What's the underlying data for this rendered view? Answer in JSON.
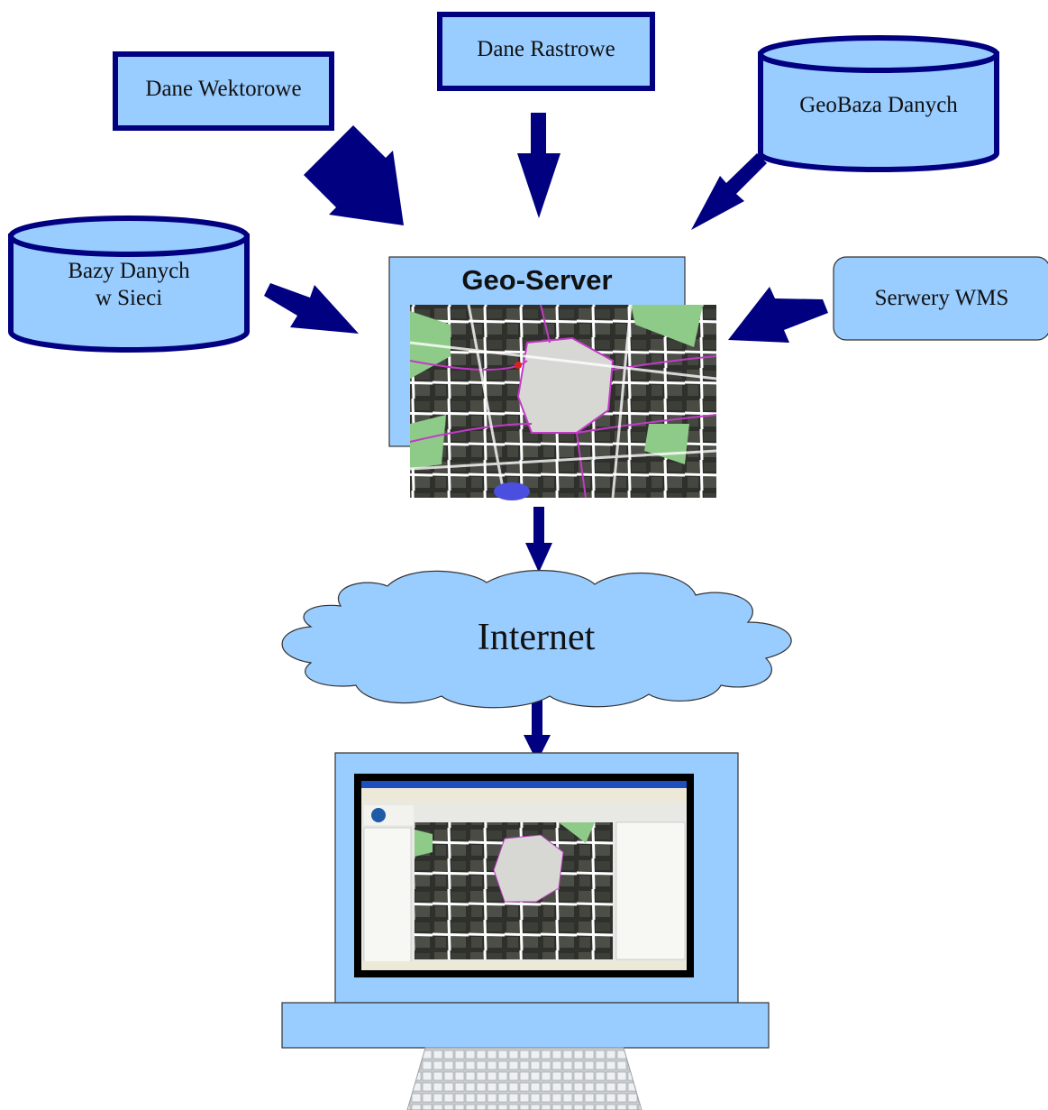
{
  "sources": {
    "vector_data": "Dane Wektorowe",
    "raster_data": "Dane Rastrowe",
    "geodatabase": "GeoBaza Danych",
    "network_db_line1": "Bazy Danych",
    "network_db_line2": "w Sieci",
    "wms_servers": "Serwery WMS"
  },
  "server": {
    "title": "Geo-Server"
  },
  "network": {
    "label": "Internet"
  },
  "colors": {
    "box_fill": "#99ccff",
    "box_border": "#000080",
    "arrow": "#000080",
    "map_green": "#8ecb88",
    "map_road": "#ffffff",
    "map_block": "#2f302c"
  }
}
